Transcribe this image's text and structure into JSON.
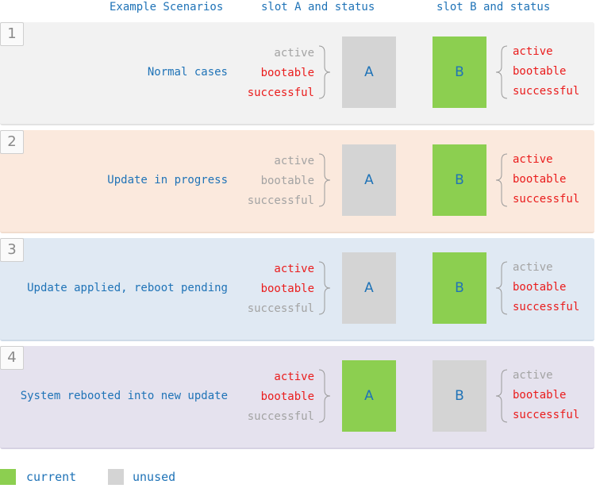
{
  "headers": {
    "scenarios": "Example Scenarios",
    "slot_a": "slot A and status",
    "slot_b": "slot B and status"
  },
  "colors": {
    "current": "#8ccf50",
    "unused": "#d4d4d4",
    "set": "#ea1c1c",
    "unset": "#a3a3a3",
    "text": "#1f73b7"
  },
  "rows": [
    {
      "number": "1",
      "scenario": "Normal cases",
      "slot_a": {
        "label": "A",
        "state": "unused",
        "status": [
          {
            "text": "active",
            "set": false
          },
          {
            "text": "bootable",
            "set": true
          },
          {
            "text": "successful",
            "set": true
          }
        ]
      },
      "slot_b": {
        "label": "B",
        "state": "current",
        "status": [
          {
            "text": "active",
            "set": true
          },
          {
            "text": "bootable",
            "set": true
          },
          {
            "text": "successful",
            "set": true
          }
        ]
      }
    },
    {
      "number": "2",
      "scenario": "Update in progress",
      "slot_a": {
        "label": "A",
        "state": "unused",
        "status": [
          {
            "text": "active",
            "set": false
          },
          {
            "text": "bootable",
            "set": false
          },
          {
            "text": "successful",
            "set": false
          }
        ]
      },
      "slot_b": {
        "label": "B",
        "state": "current",
        "status": [
          {
            "text": "active",
            "set": true
          },
          {
            "text": "bootable",
            "set": true
          },
          {
            "text": "successful",
            "set": true
          }
        ]
      }
    },
    {
      "number": "3",
      "scenario": "Update applied, reboot pending",
      "slot_a": {
        "label": "A",
        "state": "unused",
        "status": [
          {
            "text": "active",
            "set": true
          },
          {
            "text": "bootable",
            "set": true
          },
          {
            "text": "successful",
            "set": false
          }
        ]
      },
      "slot_b": {
        "label": "B",
        "state": "current",
        "status": [
          {
            "text": "active",
            "set": false
          },
          {
            "text": "bootable",
            "set": true
          },
          {
            "text": "successful",
            "set": true
          }
        ]
      }
    },
    {
      "number": "4",
      "scenario": "System rebooted into new update",
      "slot_a": {
        "label": "A",
        "state": "current",
        "status": [
          {
            "text": "active",
            "set": true
          },
          {
            "text": "bootable",
            "set": true
          },
          {
            "text": "successful",
            "set": false
          }
        ]
      },
      "slot_b": {
        "label": "B",
        "state": "unused",
        "status": [
          {
            "text": "active",
            "set": false
          },
          {
            "text": "bootable",
            "set": true
          },
          {
            "text": "successful",
            "set": true
          }
        ]
      }
    }
  ],
  "legend": {
    "current": "current",
    "unused": "unused"
  }
}
